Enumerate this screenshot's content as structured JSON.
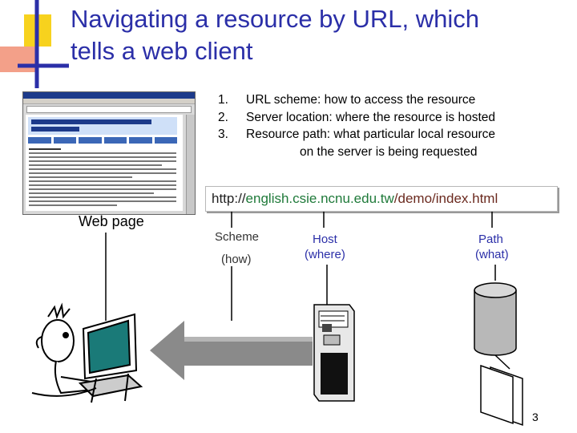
{
  "slide": {
    "title_line1": "Navigating a resource by URL, which",
    "title_line2": "tells a web client",
    "list": [
      {
        "num": "1.",
        "text": "URL scheme: how to access the resource"
      },
      {
        "num": "2.",
        "text": "Server location: where the resource is hosted"
      },
      {
        "num": "3.",
        "text": "Resource path: what particular local resource"
      }
    ],
    "list_continuation": "on the server is being requested",
    "url": {
      "scheme": "http:",
      "sep1": "//",
      "host": "english.csie.ncnu.edu.tw",
      "sep2": "/",
      "path": "demo/index.html"
    },
    "labels": {
      "scheme": "Scheme",
      "scheme_sub": "(how)",
      "host": "Host",
      "host_sub": "(where)",
      "path": "Path",
      "path_sub": "(what)",
      "web_page": "Web page"
    },
    "page_number": "3",
    "colors": {
      "title": "#2b2fa8",
      "url_host": "#1f7a3a",
      "url_path": "#6b2a1f",
      "arrow": "#8a8a8a",
      "accent_yellow": "#f7d21e",
      "accent_red": "#e2432a",
      "accent_blue": "#2b2fa8"
    }
  }
}
